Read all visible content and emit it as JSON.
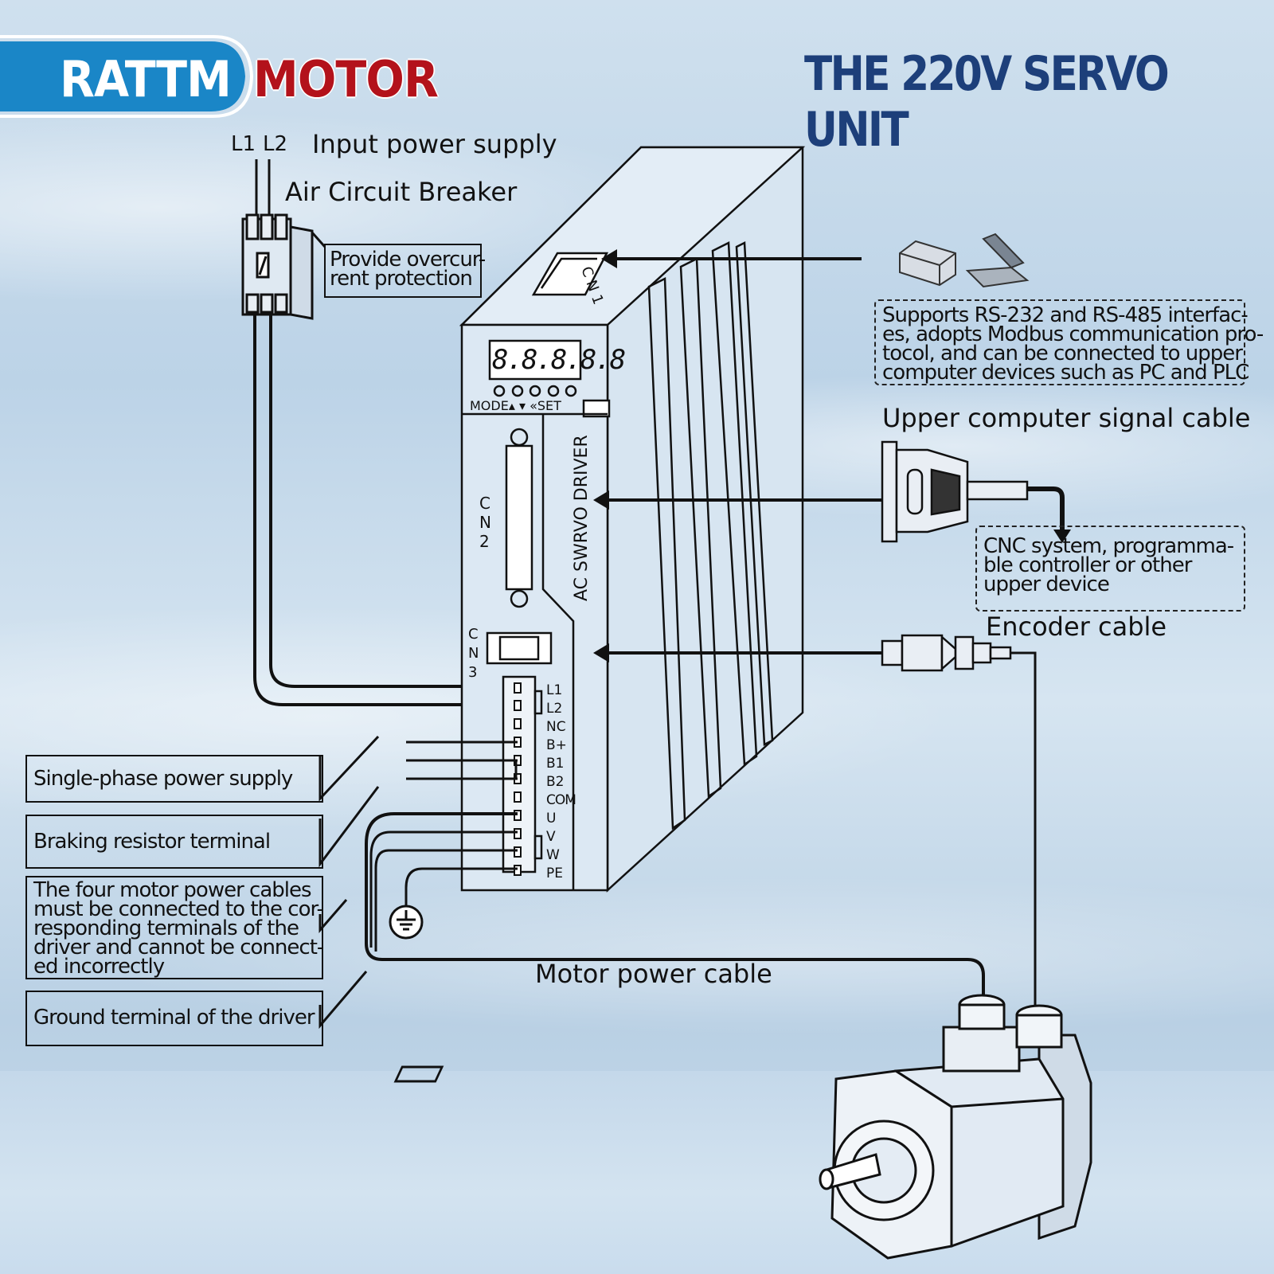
{
  "brand": {
    "part1": "RATTM",
    "part2": "MOTOR"
  },
  "title": "THE 220V SERVO UNIT",
  "labels": {
    "l1": "L1",
    "l2": "L2",
    "input_power": "Input power supply",
    "air_breaker": "Air Circuit Breaker",
    "overcurrent": [
      "Provide overcur-",
      "rent protection"
    ],
    "rs_note": [
      "Supports RS-232 and RS-485 interfac-",
      "es, adopts Modbus communication pro-",
      "tocol, and can be connected to upper",
      "computer devices such as PC and PLC"
    ],
    "upper_signal": "Upper computer signal cable",
    "cnc_note": [
      "CNC system, programma-",
      "ble controller or other",
      "upper device"
    ],
    "encoder": "Encoder cable",
    "motor_power": "Motor power cable",
    "single_phase": "Single-phase power supply",
    "braking": "Braking resistor terminal",
    "four_cables": [
      "The four motor power cables",
      "must be connected to the cor-",
      "responding terminals of the",
      "driver and cannot be connect-",
      "ed incorrectly"
    ],
    "ground": "Ground terminal of the driver"
  },
  "driver": {
    "display": "8.8.8.8.8",
    "buttons": "MODE▴  ▾  «SET",
    "cn1": "C N 1",
    "cn2": [
      "C",
      "N",
      "2"
    ],
    "cn3": [
      "C",
      "N",
      "3"
    ],
    "name": "AC  SWRVO  DRIVER",
    "terminals": [
      "L1",
      "L2",
      "NC",
      "B+",
      "B1",
      "B2",
      "COM",
      "U",
      "V",
      "W",
      "PE"
    ]
  },
  "colors": {
    "brand_blue": "#1a86c7",
    "brand_red": "#b3121b",
    "title_blue": "#1d3f7a",
    "line": "#111111"
  }
}
